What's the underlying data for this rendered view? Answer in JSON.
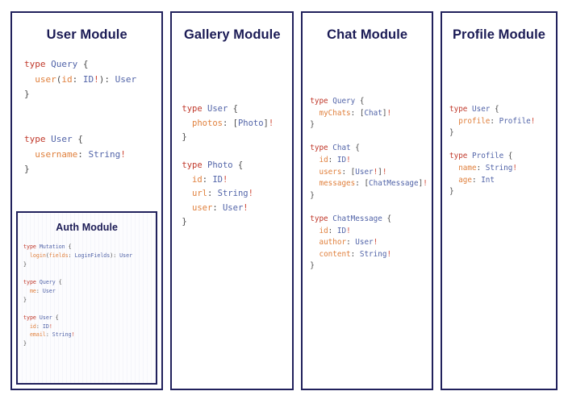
{
  "page": {
    "background": "#ffffff",
    "border_color": "#21215c",
    "title_color": "#1b1b55"
  },
  "syntax_colors": {
    "keyword": "#c0392b",
    "type": "#5264a8",
    "field": "#e0803d",
    "punctuation": "#4a4a4a",
    "non_null_bang": "#d04a38"
  },
  "modules": [
    {
      "id": "user-module",
      "title": "User Module",
      "schema_text": "type Query {\n  user(id: ID!): User\n}\n\n\ntype User {\n  username: String!\n}",
      "blocks": [
        {
          "lines": [
            [
              {
                "t": "type",
                "c": "keyword"
              },
              {
                "t": " ",
                "c": "punctuation"
              },
              {
                "t": "Query",
                "c": "type"
              },
              {
                "t": " {",
                "c": "punctuation"
              }
            ],
            [
              {
                "t": "  ",
                "c": "punctuation"
              },
              {
                "t": "user",
                "c": "field"
              },
              {
                "t": "(",
                "c": "punctuation"
              },
              {
                "t": "id",
                "c": "field"
              },
              {
                "t": ": ",
                "c": "punctuation"
              },
              {
                "t": "ID",
                "c": "type"
              },
              {
                "t": "!",
                "c": "non_null_bang"
              },
              {
                "t": "): ",
                "c": "punctuation"
              },
              {
                "t": "User",
                "c": "type"
              }
            ],
            [
              {
                "t": "}",
                "c": "punctuation"
              }
            ]
          ]
        },
        {
          "lines": [
            [
              {
                "t": "type",
                "c": "keyword"
              },
              {
                "t": " ",
                "c": "punctuation"
              },
              {
                "t": "User",
                "c": "type"
              },
              {
                "t": " {",
                "c": "punctuation"
              }
            ],
            [
              {
                "t": "  ",
                "c": "punctuation"
              },
              {
                "t": "username",
                "c": "field"
              },
              {
                "t": ": ",
                "c": "punctuation"
              },
              {
                "t": "String",
                "c": "type"
              },
              {
                "t": "!",
                "c": "non_null_bang"
              }
            ],
            [
              {
                "t": "}",
                "c": "punctuation"
              }
            ]
          ]
        }
      ],
      "nested": {
        "id": "auth-module",
        "title": "Auth Module",
        "schema_text": "type Mutation {\n  login(fields: LoginFields): User\n}\n\ntype Query {\n  me: User\n}\n\ntype User {\n  id: ID!\n  email: String!\n}",
        "blocks": [
          {
            "lines": [
              [
                {
                  "t": "type",
                  "c": "keyword"
                },
                {
                  "t": " ",
                  "c": "punctuation"
                },
                {
                  "t": "Mutation",
                  "c": "type"
                },
                {
                  "t": " {",
                  "c": "punctuation"
                }
              ],
              [
                {
                  "t": "  ",
                  "c": "punctuation"
                },
                {
                  "t": "login",
                  "c": "field"
                },
                {
                  "t": "(",
                  "c": "punctuation"
                },
                {
                  "t": "fields",
                  "c": "field"
                },
                {
                  "t": ": ",
                  "c": "punctuation"
                },
                {
                  "t": "LoginFields",
                  "c": "type"
                },
                {
                  "t": "): ",
                  "c": "punctuation"
                },
                {
                  "t": "User",
                  "c": "type"
                }
              ],
              [
                {
                  "t": "}",
                  "c": "punctuation"
                }
              ]
            ]
          },
          {
            "lines": [
              [
                {
                  "t": "type",
                  "c": "keyword"
                },
                {
                  "t": " ",
                  "c": "punctuation"
                },
                {
                  "t": "Query",
                  "c": "type"
                },
                {
                  "t": " {",
                  "c": "punctuation"
                }
              ],
              [
                {
                  "t": "  ",
                  "c": "punctuation"
                },
                {
                  "t": "me",
                  "c": "field"
                },
                {
                  "t": ": ",
                  "c": "punctuation"
                },
                {
                  "t": "User",
                  "c": "type"
                }
              ],
              [
                {
                  "t": "}",
                  "c": "punctuation"
                }
              ]
            ]
          },
          {
            "lines": [
              [
                {
                  "t": "type",
                  "c": "keyword"
                },
                {
                  "t": " ",
                  "c": "punctuation"
                },
                {
                  "t": "User",
                  "c": "type"
                },
                {
                  "t": " {",
                  "c": "punctuation"
                }
              ],
              [
                {
                  "t": "  ",
                  "c": "punctuation"
                },
                {
                  "t": "id",
                  "c": "field"
                },
                {
                  "t": ": ",
                  "c": "punctuation"
                },
                {
                  "t": "ID",
                  "c": "type"
                },
                {
                  "t": "!",
                  "c": "non_null_bang"
                }
              ],
              [
                {
                  "t": "  ",
                  "c": "punctuation"
                },
                {
                  "t": "email",
                  "c": "field"
                },
                {
                  "t": ": ",
                  "c": "punctuation"
                },
                {
                  "t": "String",
                  "c": "type"
                },
                {
                  "t": "!",
                  "c": "non_null_bang"
                }
              ],
              [
                {
                  "t": "}",
                  "c": "punctuation"
                }
              ]
            ]
          }
        ]
      }
    },
    {
      "id": "gallery-module",
      "title": "Gallery Module",
      "schema_text": "type User {\n  photos: [Photo]!\n}\n\ntype Photo {\n  id: ID!\n  url: String!\n  user: User!\n}",
      "blocks": [
        {
          "lines": [
            [
              {
                "t": "type",
                "c": "keyword"
              },
              {
                "t": " ",
                "c": "punctuation"
              },
              {
                "t": "User",
                "c": "type"
              },
              {
                "t": " {",
                "c": "punctuation"
              }
            ],
            [
              {
                "t": "  ",
                "c": "punctuation"
              },
              {
                "t": "photos",
                "c": "field"
              },
              {
                "t": ": [",
                "c": "punctuation"
              },
              {
                "t": "Photo",
                "c": "type"
              },
              {
                "t": "]",
                "c": "punctuation"
              },
              {
                "t": "!",
                "c": "non_null_bang"
              }
            ],
            [
              {
                "t": "}",
                "c": "punctuation"
              }
            ]
          ]
        },
        {
          "lines": [
            [
              {
                "t": "type",
                "c": "keyword"
              },
              {
                "t": " ",
                "c": "punctuation"
              },
              {
                "t": "Photo",
                "c": "type"
              },
              {
                "t": " {",
                "c": "punctuation"
              }
            ],
            [
              {
                "t": "  ",
                "c": "punctuation"
              },
              {
                "t": "id",
                "c": "field"
              },
              {
                "t": ": ",
                "c": "punctuation"
              },
              {
                "t": "ID",
                "c": "type"
              },
              {
                "t": "!",
                "c": "non_null_bang"
              }
            ],
            [
              {
                "t": "  ",
                "c": "punctuation"
              },
              {
                "t": "url",
                "c": "field"
              },
              {
                "t": ": ",
                "c": "punctuation"
              },
              {
                "t": "String",
                "c": "type"
              },
              {
                "t": "!",
                "c": "non_null_bang"
              }
            ],
            [
              {
                "t": "  ",
                "c": "punctuation"
              },
              {
                "t": "user",
                "c": "field"
              },
              {
                "t": ": ",
                "c": "punctuation"
              },
              {
                "t": "User",
                "c": "type"
              },
              {
                "t": "!",
                "c": "non_null_bang"
              }
            ],
            [
              {
                "t": "}",
                "c": "punctuation"
              }
            ]
          ]
        }
      ]
    },
    {
      "id": "chat-module",
      "title": "Chat Module",
      "schema_text": "type Query {\n  myChats: [Chat]!\n}\n\ntype Chat {\n  id: ID!\n  users: [User!]!\n  messages: [ChatMessage]!\n}\n\ntype ChatMessage {\n  id: ID!\n  author: User!\n  content: String!\n}",
      "blocks": [
        {
          "lines": [
            [
              {
                "t": "type",
                "c": "keyword"
              },
              {
                "t": " ",
                "c": "punctuation"
              },
              {
                "t": "Query",
                "c": "type"
              },
              {
                "t": " {",
                "c": "punctuation"
              }
            ],
            [
              {
                "t": "  ",
                "c": "punctuation"
              },
              {
                "t": "myChats",
                "c": "field"
              },
              {
                "t": ": [",
                "c": "punctuation"
              },
              {
                "t": "Chat",
                "c": "type"
              },
              {
                "t": "]",
                "c": "punctuation"
              },
              {
                "t": "!",
                "c": "non_null_bang"
              }
            ],
            [
              {
                "t": "}",
                "c": "punctuation"
              }
            ]
          ]
        },
        {
          "lines": [
            [
              {
                "t": "type",
                "c": "keyword"
              },
              {
                "t": " ",
                "c": "punctuation"
              },
              {
                "t": "Chat",
                "c": "type"
              },
              {
                "t": " {",
                "c": "punctuation"
              }
            ],
            [
              {
                "t": "  ",
                "c": "punctuation"
              },
              {
                "t": "id",
                "c": "field"
              },
              {
                "t": ": ",
                "c": "punctuation"
              },
              {
                "t": "ID",
                "c": "type"
              },
              {
                "t": "!",
                "c": "non_null_bang"
              }
            ],
            [
              {
                "t": "  ",
                "c": "punctuation"
              },
              {
                "t": "users",
                "c": "field"
              },
              {
                "t": ": [",
                "c": "punctuation"
              },
              {
                "t": "User",
                "c": "type"
              },
              {
                "t": "!",
                "c": "non_null_bang"
              },
              {
                "t": "]",
                "c": "punctuation"
              },
              {
                "t": "!",
                "c": "non_null_bang"
              }
            ],
            [
              {
                "t": "  ",
                "c": "punctuation"
              },
              {
                "t": "messages",
                "c": "field"
              },
              {
                "t": ": [",
                "c": "punctuation"
              },
              {
                "t": "ChatMessage",
                "c": "type"
              },
              {
                "t": "]",
                "c": "punctuation"
              },
              {
                "t": "!",
                "c": "non_null_bang"
              }
            ],
            [
              {
                "t": "}",
                "c": "punctuation"
              }
            ]
          ]
        },
        {
          "lines": [
            [
              {
                "t": "type",
                "c": "keyword"
              },
              {
                "t": " ",
                "c": "punctuation"
              },
              {
                "t": "ChatMessage",
                "c": "type"
              },
              {
                "t": " {",
                "c": "punctuation"
              }
            ],
            [
              {
                "t": "  ",
                "c": "punctuation"
              },
              {
                "t": "id",
                "c": "field"
              },
              {
                "t": ": ",
                "c": "punctuation"
              },
              {
                "t": "ID",
                "c": "type"
              },
              {
                "t": "!",
                "c": "non_null_bang"
              }
            ],
            [
              {
                "t": "  ",
                "c": "punctuation"
              },
              {
                "t": "author",
                "c": "field"
              },
              {
                "t": ": ",
                "c": "punctuation"
              },
              {
                "t": "User",
                "c": "type"
              },
              {
                "t": "!",
                "c": "non_null_bang"
              }
            ],
            [
              {
                "t": "  ",
                "c": "punctuation"
              },
              {
                "t": "content",
                "c": "field"
              },
              {
                "t": ": ",
                "c": "punctuation"
              },
              {
                "t": "String",
                "c": "type"
              },
              {
                "t": "!",
                "c": "non_null_bang"
              }
            ],
            [
              {
                "t": "}",
                "c": "punctuation"
              }
            ]
          ]
        }
      ]
    },
    {
      "id": "profile-module",
      "title": "Profile Module",
      "schema_text": "type User {\n  profile: Profile!\n}\n\ntype Profile {\n  name: String!\n  age: Int\n}",
      "blocks": [
        {
          "lines": [
            [
              {
                "t": "type",
                "c": "keyword"
              },
              {
                "t": " ",
                "c": "punctuation"
              },
              {
                "t": "User",
                "c": "type"
              },
              {
                "t": " {",
                "c": "punctuation"
              }
            ],
            [
              {
                "t": "  ",
                "c": "punctuation"
              },
              {
                "t": "profile",
                "c": "field"
              },
              {
                "t": ": ",
                "c": "punctuation"
              },
              {
                "t": "Profile",
                "c": "type"
              },
              {
                "t": "!",
                "c": "non_null_bang"
              }
            ],
            [
              {
                "t": "}",
                "c": "punctuation"
              }
            ]
          ]
        },
        {
          "lines": [
            [
              {
                "t": "type",
                "c": "keyword"
              },
              {
                "t": " ",
                "c": "punctuation"
              },
              {
                "t": "Profile",
                "c": "type"
              },
              {
                "t": " {",
                "c": "punctuation"
              }
            ],
            [
              {
                "t": "  ",
                "c": "punctuation"
              },
              {
                "t": "name",
                "c": "field"
              },
              {
                "t": ": ",
                "c": "punctuation"
              },
              {
                "t": "String",
                "c": "type"
              },
              {
                "t": "!",
                "c": "non_null_bang"
              }
            ],
            [
              {
                "t": "  ",
                "c": "punctuation"
              },
              {
                "t": "age",
                "c": "field"
              },
              {
                "t": ": ",
                "c": "punctuation"
              },
              {
                "t": "Int",
                "c": "type"
              }
            ],
            [
              {
                "t": "}",
                "c": "punctuation"
              }
            ]
          ]
        }
      ]
    }
  ]
}
